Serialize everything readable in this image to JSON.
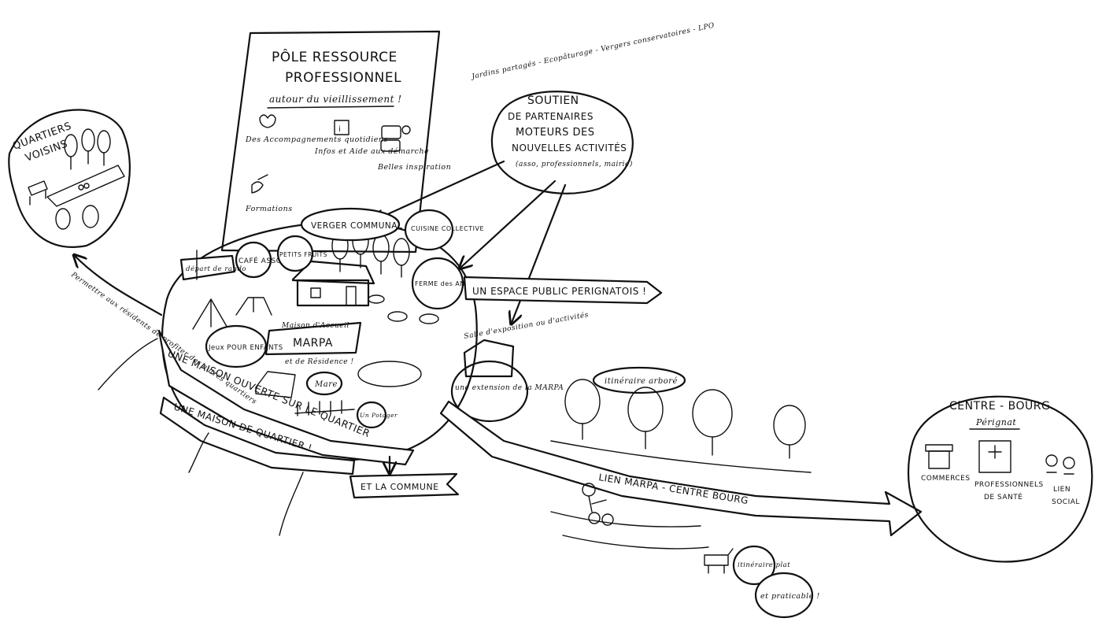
{
  "diagram": {
    "pole": {
      "title_line1": "PÔLE RESSOURCE",
      "title_line2": "PROFESSIONNEL",
      "subtitle": "autour du vieillissement !",
      "items": {
        "accompanying": "Des Accompagnements quotidiens",
        "info": "Infos et Aide aux démarche",
        "inspiration": "Belles inspiration",
        "training": "Formations"
      }
    },
    "quartiers": {
      "title_line1": "QUARTIERS",
      "title_line2": "VOISINS"
    },
    "neighbour_note": "Permettre aux résidents de profiter des autres quartiers",
    "soutien": {
      "line1": "SOUTIEN",
      "line2": "DE PARTENAIRES",
      "line3": "MOTEURS DES",
      "line4": "NOUVELLES ACTIVITÉS",
      "line5": "(asso, professionnels, mairie)",
      "partners": "Jardins partagés - Ecopâturage - Vergers conservatoires - LPO"
    },
    "labels": {
      "verger": "VERGER COMMUNAL",
      "cuisine": "CUISINE COLLECTIVE",
      "cafe": "CAFÉ ASSO",
      "petits_fruits": "PETITS FRUITS",
      "depart_rando": "départ de rando",
      "ferme": "FERME des ANIMAUX",
      "maison_accueil": "Maison d'Accueil",
      "marpa": "MARPA",
      "residence": "et de Résidence !",
      "jeux": "Jeux POUR ENFANTS",
      "mare": "Mare",
      "potager": "Un Potager",
      "salle": "Salle d'exposition ou d'activités",
      "extension": "une extension de la MARPA"
    },
    "banners": {
      "espace_public": "UN ESPACE PUBLIC PERIGNATOIS !",
      "maison_ouverte": "UNE MAISON OUVERTE SUR LE QUARTIER",
      "maison_quartier": "UNE MAISON DE QUARTIER !",
      "commune": "ET LA COMMUNE"
    },
    "route": {
      "arbore": "itinéraire arboré",
      "lien": "LIEN MARPA - CENTRE BOURG",
      "plat": "itinéraire plat",
      "praticable": "et praticable !"
    },
    "centre": {
      "title": "CENTRE - BOURG",
      "subtitle": "Pérignat",
      "commerces": "COMMERCES",
      "sante_line1": "PROFESSIONNELS",
      "sante_line2": "DE SANTÉ",
      "social_line1": "LIEN",
      "social_line2": "SOCIAL"
    }
  }
}
